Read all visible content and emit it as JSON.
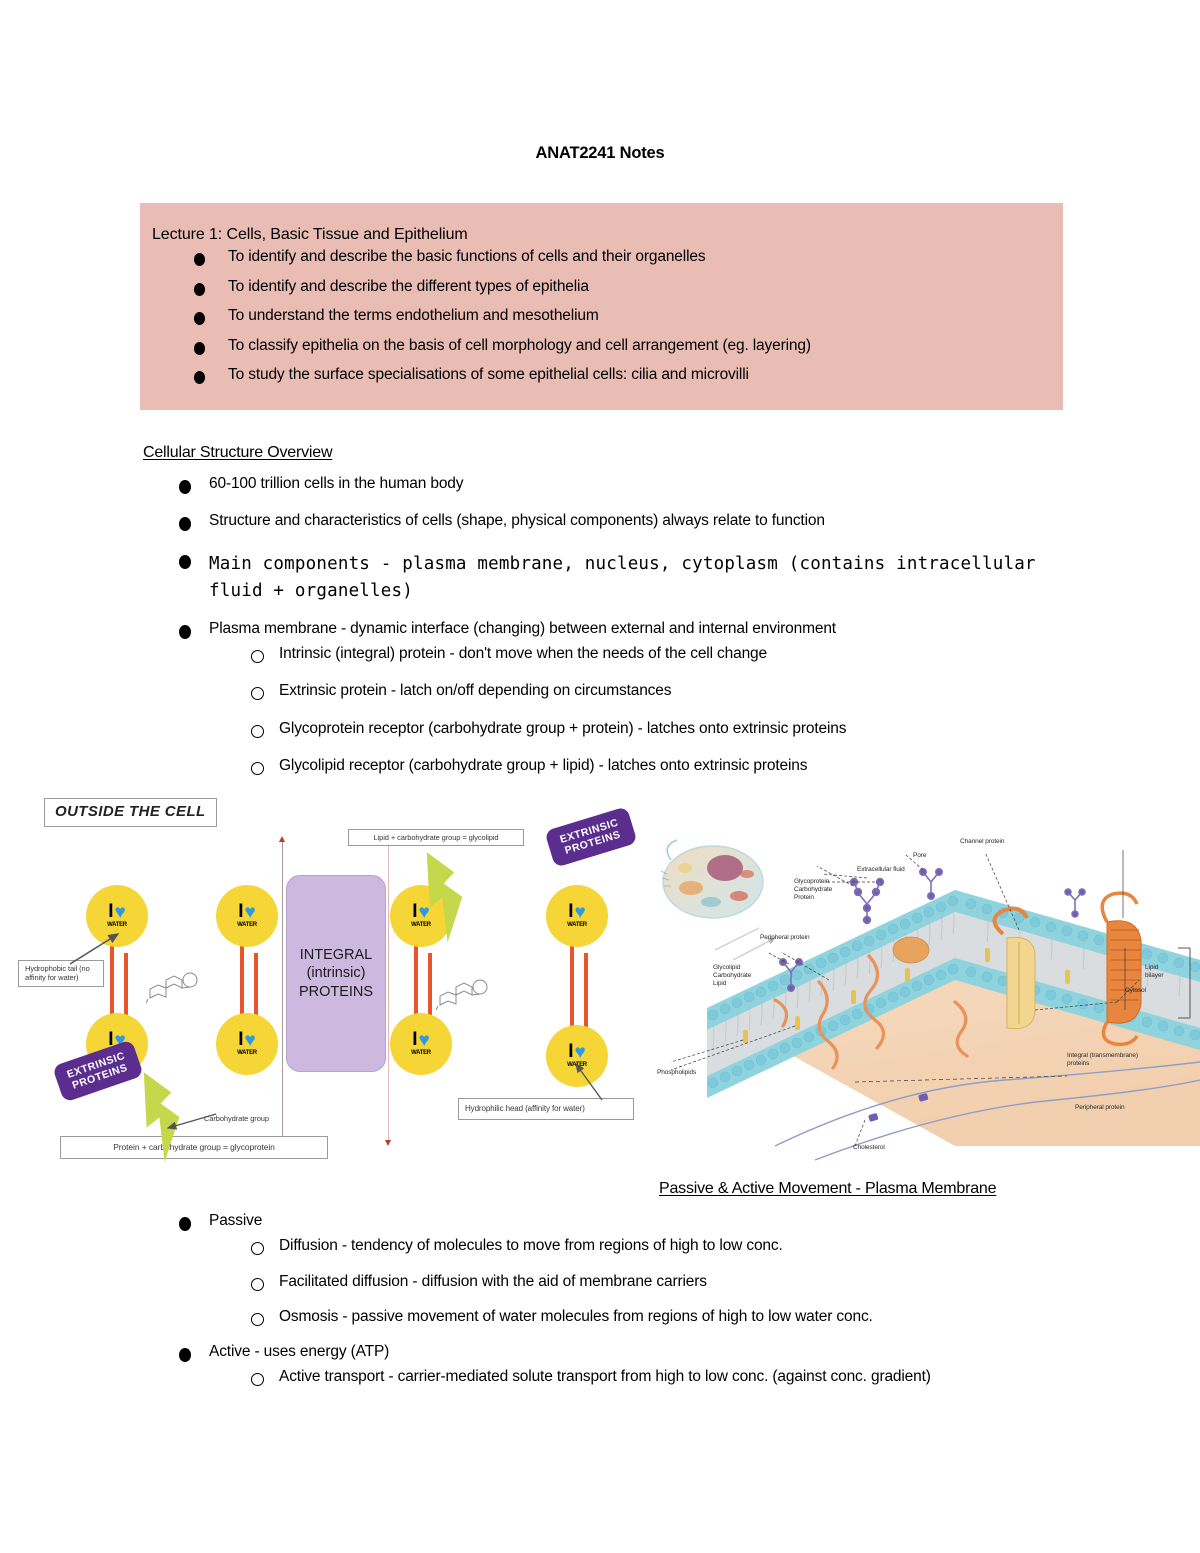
{
  "document": {
    "title": "ANAT2241 Notes"
  },
  "lecture_box": {
    "accent_color": "#e9bdb4",
    "heading": "Lecture 1: Cells, Basic Tissue and Epithelium",
    "objectives": [
      "To identify and describe the basic functions of cells and their organelles",
      "To identify and describe the different types of epithelia",
      "To understand the terms endothelium and mesothelium",
      "To classify epithelia on the basis of cell morphology and cell arrangement (eg. layering)",
      "To study the surface specialisations of some epithelial cells: cilia and microvilli"
    ]
  },
  "cellular_structure": {
    "heading": "Cellular Structure Overview",
    "bullets": [
      {
        "text": "60-100 trillion cells in the human body",
        "style": "normal"
      },
      {
        "text": "Structure and characteristics of cells (shape, physical components) always relate to function",
        "style": "normal"
      },
      {
        "text": "Main components - plasma membrane, nucleus, cytoplasm (contains intracellular fluid + organelles)",
        "style": "mono"
      },
      {
        "text": "Plasma membrane - dynamic interface (changing) between external and internal environment",
        "style": "normal",
        "sub": [
          "Intrinsic (integral) protein - don't move when the needs of the cell change",
          "Extrinsic protein - latch on/off depending on circumstances",
          "Glycoprotein receptor (carbohydrate group + protein) - latches onto extrinsic proteins",
          "Glycolipid receptor (carbohydrate group + lipid) - latches onto extrinsic proteins"
        ]
      }
    ]
  },
  "membrane_schematic": {
    "outside_label": "OUTSIDE THE CELL",
    "integral_line1": "INTEGRAL",
    "integral_line2": "(intrinsic)",
    "integral_line3": "PROTEINS",
    "extrinsic_tag_line1": "EXTRINSIC",
    "extrinsic_tag_line2": "PROTEINS",
    "glycolipid_caption": "Lipid + carbohydrate group = glycolipid",
    "glycoprotein_caption": "Protein + carbohydrate group = glycoprotein",
    "hydrophobic_caption": "Hydrophobic tail (no affinity for water)",
    "hydrophilic_caption": "Hydrophilic head (affinity for water)",
    "carbohydrate_caption": "Carbohydrate group",
    "head_symbol": "I",
    "head_heart": "♥",
    "head_label": "WATER",
    "colors": {
      "head": "#f5d636",
      "tail": "#e8542c",
      "integral": "#cdb9e0",
      "extrinsic": "#5b2d8e",
      "carbohydrate": "#c3d84a",
      "heart": "#2e9be0"
    }
  },
  "membrane_illustration": {
    "labels": [
      "Channel protein",
      "Pore",
      "Extracellular fluid",
      "Glycoprotein\nCarbohydrate\nProtein",
      "Peripheral protein",
      "Glycolipid\nCarbohydrate\nLipid",
      "Lipid\nbilayer",
      "Cytosol",
      "Integral (transmembrane)\nproteins",
      "Phospholipids",
      "Peripheral protein",
      "Cholesterol"
    ]
  },
  "movement": {
    "heading": "Passive & Active Movement - Plasma Membrane",
    "bullets": [
      {
        "text": "Passive",
        "sub": [
          "Diffusion - tendency of molecules to move from regions of high to low conc.",
          "Facilitated diffusion - diffusion with the aid of membrane carriers",
          "Osmosis - passive movement of water molecules from regions of high to low water conc."
        ]
      },
      {
        "text": "Active - uses energy (ATP)",
        "sub": [
          "Active transport - carrier-mediated solute transport from high to low conc. (against conc. gradient)"
        ]
      }
    ]
  }
}
